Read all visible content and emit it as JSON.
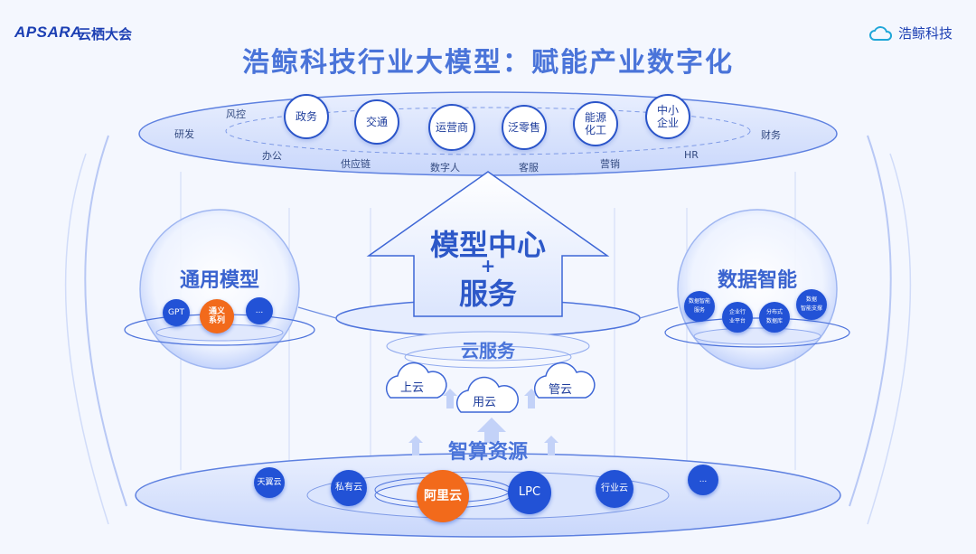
{
  "header": {
    "apsara_logo": "APSARA",
    "apsara_event": "云栖大会",
    "company_logo": "浩鲸科技",
    "title": "浩鲸科技行业大模型：赋能产业数字化"
  },
  "industries": {
    "circles": [
      "政务",
      "交通",
      "运营商",
      "泛零售",
      "能源\n化工",
      "中小\n企业"
    ],
    "labels": [
      "风控",
      "研发",
      "办公",
      "供应链",
      "数字人",
      "客服",
      "营销",
      "HR",
      "财务"
    ]
  },
  "center": {
    "arrow_line1": "模型中心",
    "arrow_plus": "+",
    "arrow_line2": "服务",
    "cloud_service": "云服务",
    "clouds": [
      "上云",
      "用云",
      "管云"
    ],
    "compute": "智算资源"
  },
  "general_model": {
    "title": "通用模型",
    "items": [
      "GPT",
      "通义\n系列",
      "..."
    ]
  },
  "data_intelligence": {
    "title": "数据智能",
    "items": [
      "数据智能\n服务",
      "企业行\n业平台",
      "分布式\n数据库",
      "数据\n智能支撑"
    ]
  },
  "infrastructure": {
    "items": [
      "天翼云",
      "私有云",
      "阿里云",
      "LPC",
      "行业云",
      "..."
    ]
  },
  "colors": {
    "primary": "#2252d6",
    "accent": "#f26a1b",
    "title": "#4a74d9"
  }
}
